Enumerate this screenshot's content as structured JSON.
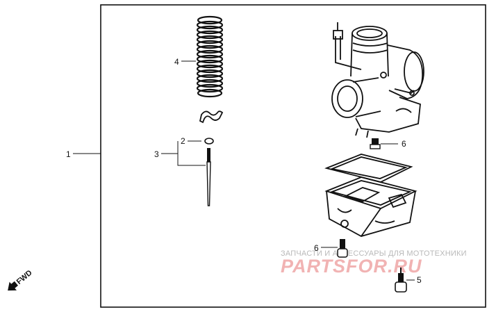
{
  "callouts": {
    "c1": "1",
    "c2": "2",
    "c3": "3",
    "c4": "4",
    "c5": "5",
    "c6a": "6",
    "c6b": "6"
  },
  "fwd_label": "FWD",
  "watermark": {
    "top_text": "ЗАПЧАСТИ И АКСЕССУАРЫ ДЛЯ МОТОТЕХНИКИ",
    "brand_text": "PARTSFOR.RU",
    "brand_color": "#f1b3b3"
  }
}
